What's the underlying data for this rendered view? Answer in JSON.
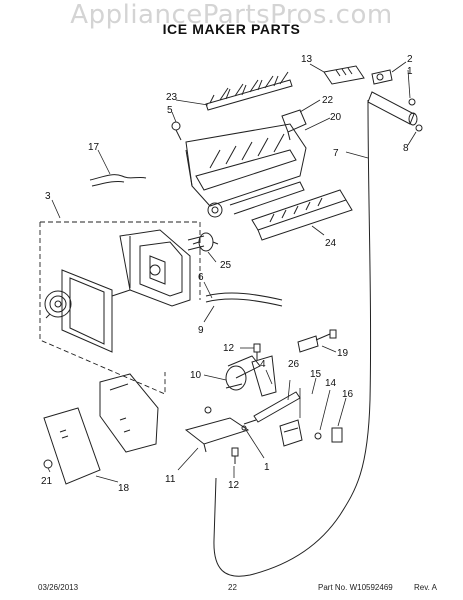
{
  "watermark": "AppliancePartsPros.com",
  "title": "ICE MAKER PARTS",
  "callouts": [
    "1",
    "2",
    "3",
    "4",
    "5",
    "6",
    "7",
    "8",
    "9",
    "10",
    "11",
    "12",
    "13",
    "14",
    "15",
    "16",
    "17",
    "18",
    "19",
    "20",
    "21",
    "22",
    "23",
    "24",
    "25",
    "26"
  ],
  "footer": {
    "date": "03/26/2013",
    "page": "22",
    "part_number": "Part No. W10592469",
    "revision": "Rev. A"
  }
}
